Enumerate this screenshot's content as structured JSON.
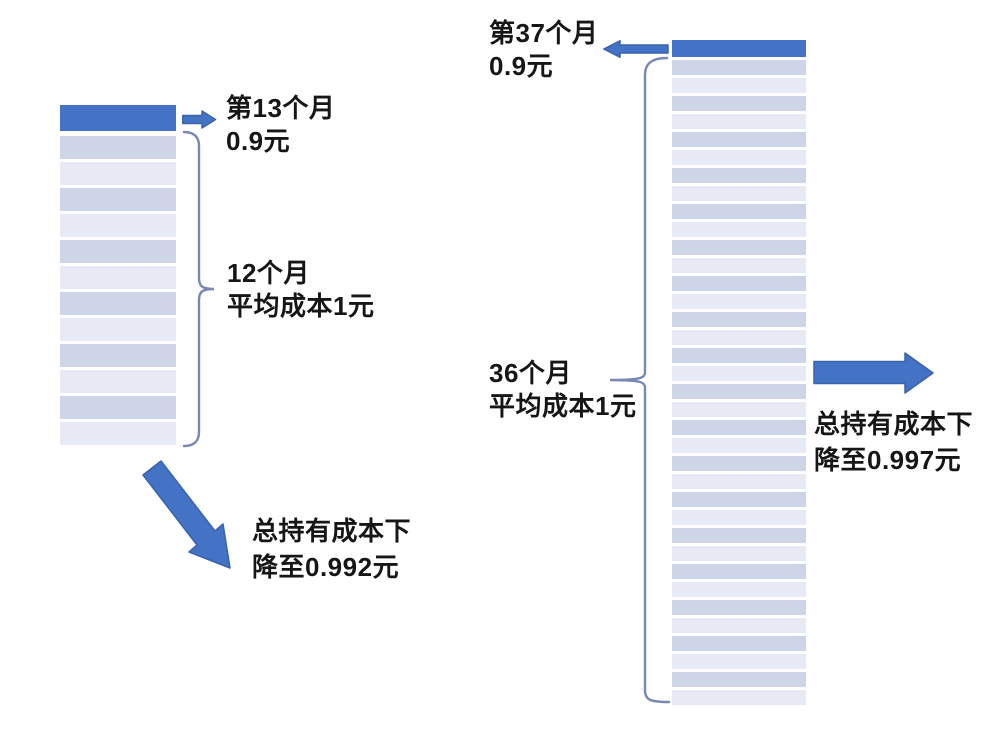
{
  "colors": {
    "accent": "#4472c4",
    "accent_outline": "#3a62ad",
    "bar_light_a": "#cfd5e9",
    "bar_light_b": "#e7eaf5",
    "brace": "#7688b4",
    "text": "#161616",
    "background": "#ffffff"
  },
  "left_diagram": {
    "top_annotation": {
      "line1": "第13个月",
      "line2": "0.9元"
    },
    "stack": {
      "highlighted_months": 1,
      "months": 12
    },
    "brace_annotation": {
      "line1": "12个月",
      "line2": "平均成本1元"
    },
    "result_annotation": {
      "line1": "总持有成本下",
      "line2": "降至0.992元"
    }
  },
  "right_diagram": {
    "top_annotation": {
      "line1": "第37个月",
      "line2": "0.9元"
    },
    "stack": {
      "highlighted_months": 1,
      "months": 36
    },
    "brace_annotation": {
      "line1": "36个月",
      "line2": "平均成本1元"
    },
    "result_annotation": {
      "line1": "总持有成本下",
      "line2": "降至0.997元"
    }
  }
}
